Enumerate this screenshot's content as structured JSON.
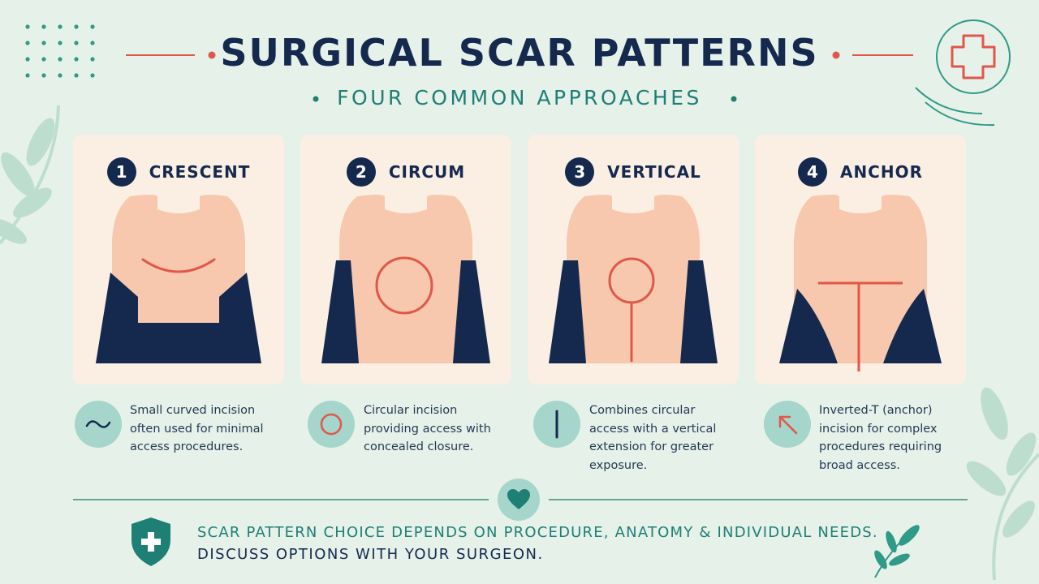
{
  "header": {
    "title": "SURGICAL SCAR PATTERNS",
    "subtitle": "FOUR COMMON APPROACHES"
  },
  "cards": [
    {
      "number": "1",
      "label": "CRESCENT",
      "description": [
        "Small curved incision",
        "often used for minimal",
        "access procedures."
      ]
    },
    {
      "number": "2",
      "label": "CIRCUM",
      "description": [
        "Circular incision",
        "providing access with",
        "concealed closure."
      ]
    },
    {
      "number": "3",
      "label": "VERTICAL",
      "description": [
        "Combines circular",
        "access with a vertical",
        "extension for greater",
        "exposure."
      ]
    },
    {
      "number": "4",
      "label": "ANCHOR",
      "description": [
        "Inverted-T (anchor)",
        "incision for complex",
        "procedures requiring",
        "broad access."
      ]
    }
  ],
  "footer": {
    "line1": "SCAR PATTERN CHOICE DEPENDS ON PROCEDURE, ANATOMY & INDIVIDUAL NEEDS.",
    "line2": "DISCUSS OPTIONS WITH YOUR SURGEON."
  },
  "colors": {
    "navy": "#15294f",
    "teal": "#1e7f74",
    "skin": "#f7c8ad",
    "incision": "#e0574b",
    "card": "#fbefe4",
    "background": "#e6f1ea"
  },
  "icons": [
    "dot-grid-icon",
    "medical-cross-icon",
    "leaf-icon",
    "heart-icon",
    "shield-cross-icon",
    "tilde-icon",
    "circle-icon",
    "vertical-line-icon",
    "diagonal-arrow-icon"
  ]
}
